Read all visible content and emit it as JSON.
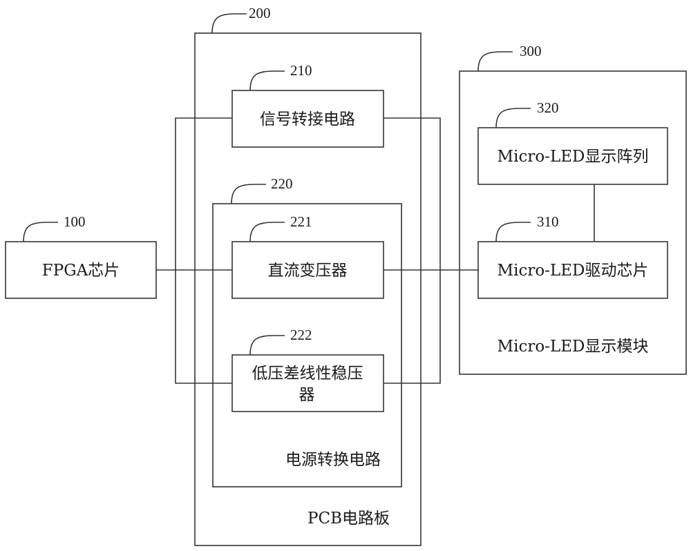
{
  "diagram": {
    "fpga": {
      "ref": "100",
      "label": "FPGA芯片"
    },
    "pcb": {
      "ref": "200",
      "label": "PCB电路板"
    },
    "signal_adapter": {
      "ref": "210",
      "label": "信号转接电路"
    },
    "power_conversion": {
      "ref": "220",
      "label": "电源转换电路"
    },
    "dc_transformer": {
      "ref": "221",
      "label": "直流变压器"
    },
    "ldo": {
      "ref": "222",
      "label_line1": "低压差线性稳压",
      "label_line2": "器"
    },
    "display_module": {
      "ref": "300",
      "label": "Micro-LED显示模块"
    },
    "driver_chip": {
      "ref": "310",
      "label": "Micro-LED驱动芯片"
    },
    "display_array": {
      "ref": "320",
      "label": "Micro-LED显示阵列"
    }
  }
}
